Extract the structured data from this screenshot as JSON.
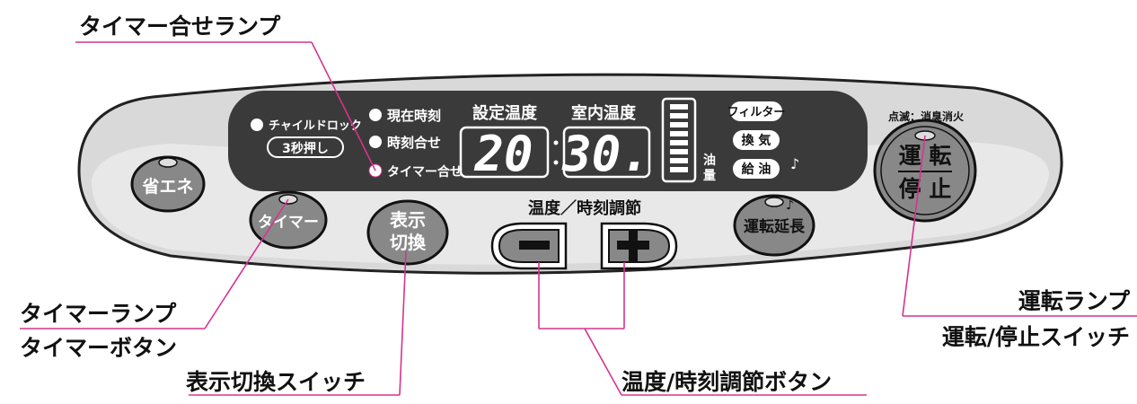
{
  "callouts": {
    "timer_set_lamp": "タイマー合せランプ",
    "timer_lamp": "タイマーランプ",
    "timer_button": "タイマーボタン",
    "display_switch": "表示切換スイッチ",
    "temp_time_buttons": "温度/時刻調節ボタン",
    "run_lamp": "運転ランプ",
    "run_stop_switch": "運転/停止スイッチ"
  },
  "panel": {
    "child_lock": "チャイルドロック",
    "press_3sec": "3秒押し",
    "current_time": "現在時刻",
    "time_set": "時刻合せ",
    "timer_set": "タイマー合せ",
    "set_temp_label": "設定温度",
    "room_temp_label": "室内温度",
    "set_temp_value": "20",
    "room_temp_value": "30.",
    "oil_label_1": "油",
    "oil_label_2": "量",
    "filter": "フィルター",
    "ventilation": "換 気",
    "refuel": "給 油",
    "blink_note": "点滅：消臭消火"
  },
  "buttons": {
    "eco": "省エネ",
    "timer": "タイマー",
    "display_1": "表示",
    "display_2": "切換",
    "adjust_label": "温度／時刻調節",
    "minus": "−",
    "plus": "+",
    "extend": "運転延長",
    "run_1": "運 転",
    "run_2": "停 止"
  },
  "colors": {
    "panel": "#d9d9d9",
    "display": "#3a3a3a",
    "callout_line": "#d6338f"
  }
}
